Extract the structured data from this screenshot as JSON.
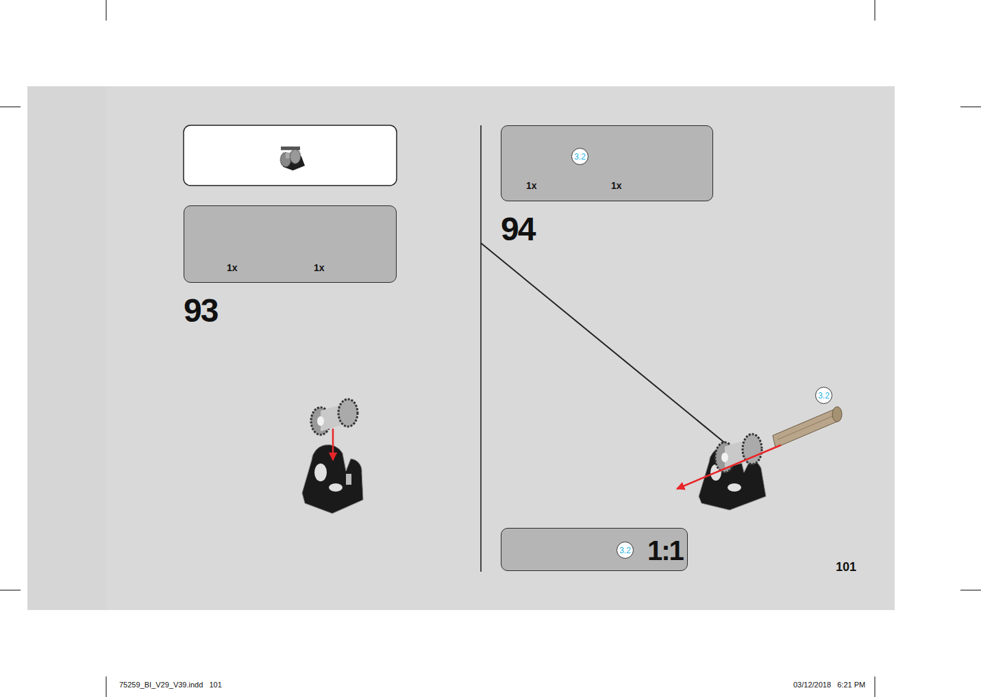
{
  "diagram": {
    "nodes": [
      {
        "text": [
          "1x",
          "1x"
        ]
      },
      {
        "text": [
          "1x",
          "1x"
        ]
      },
      {
        "text": [
          "3.2"
        ],
        "in": 1
      },
      {
        "text": [
          "3.2"
        ]
      },
      {
        "text": [
          "1:1"
        ]
      },
      {
        "text": [
          "3.2"
        ],
        "in": 4
      }
    ],
    "labels": [
      "93",
      "94",
      "101",
      "75259_BI_V29_V39.indd   101",
      "03/12/2018   6:21 PM"
    ]
  }
}
